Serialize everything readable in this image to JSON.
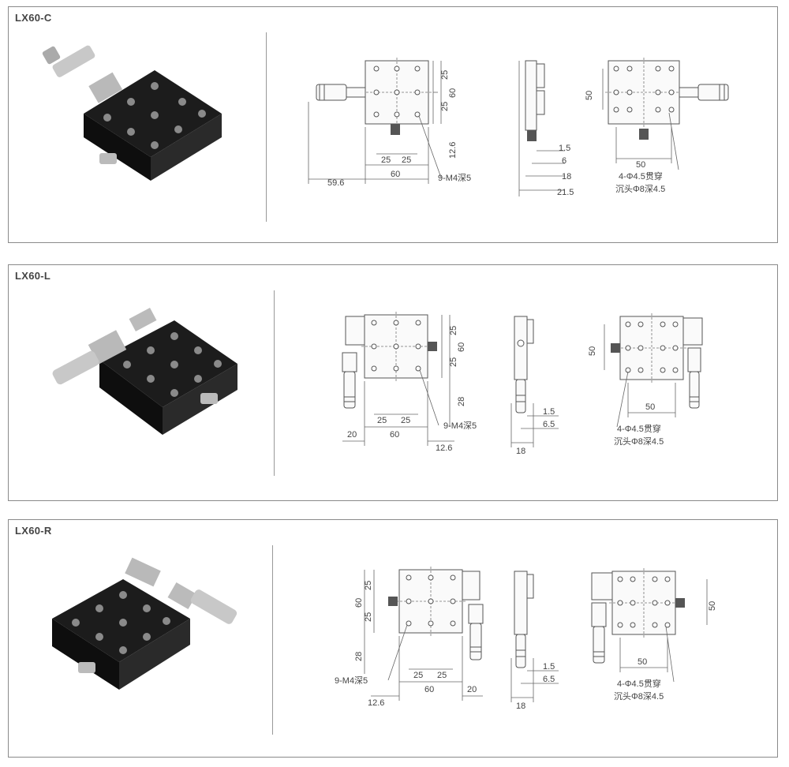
{
  "panels": [
    {
      "model": "LX60-C",
      "dims": {
        "d25a": "25",
        "d25b": "25",
        "d60v": "60",
        "d12_6": "12.6",
        "d25c": "25",
        "d25d": "25",
        "d60h": "60",
        "d59_6": "59.6",
        "thread": "9-M4深5",
        "s1_5": "1.5",
        "s6": "6",
        "s18": "18",
        "s21_5": "21.5",
        "b50v": "50",
        "b50h": "50",
        "holes": "4-Φ4.5贯穿",
        "cbore": "沉头Φ8深4.5"
      }
    },
    {
      "model": "LX60-L",
      "dims": {
        "d25a": "25",
        "d25b": "25",
        "d60v": "60",
        "d28": "28",
        "d25c": "25",
        "d25d": "25",
        "d60h": "60",
        "d20": "20",
        "d12_6": "12.6",
        "thread": "9-M4深5",
        "s1_5": "1.5",
        "s6_5": "6.5",
        "s18": "18",
        "b50v": "50",
        "b50h": "50",
        "holes": "4-Φ4.5贯穿",
        "cbore": "沉头Φ8深4.5"
      }
    },
    {
      "model": "LX60-R",
      "dims": {
        "d25a": "25",
        "d25b": "25",
        "d60v": "60",
        "d28": "28",
        "d25c": "25",
        "d25d": "25",
        "d60h": "60",
        "d20": "20",
        "d12_6": "12.6",
        "thread": "9-M4深5",
        "s1_5": "1.5",
        "s6_5": "6.5",
        "s18": "18",
        "b50v": "50",
        "b50h": "50",
        "holes": "4-Φ4.5贯穿",
        "cbore": "沉头Φ8深4.5"
      }
    }
  ]
}
